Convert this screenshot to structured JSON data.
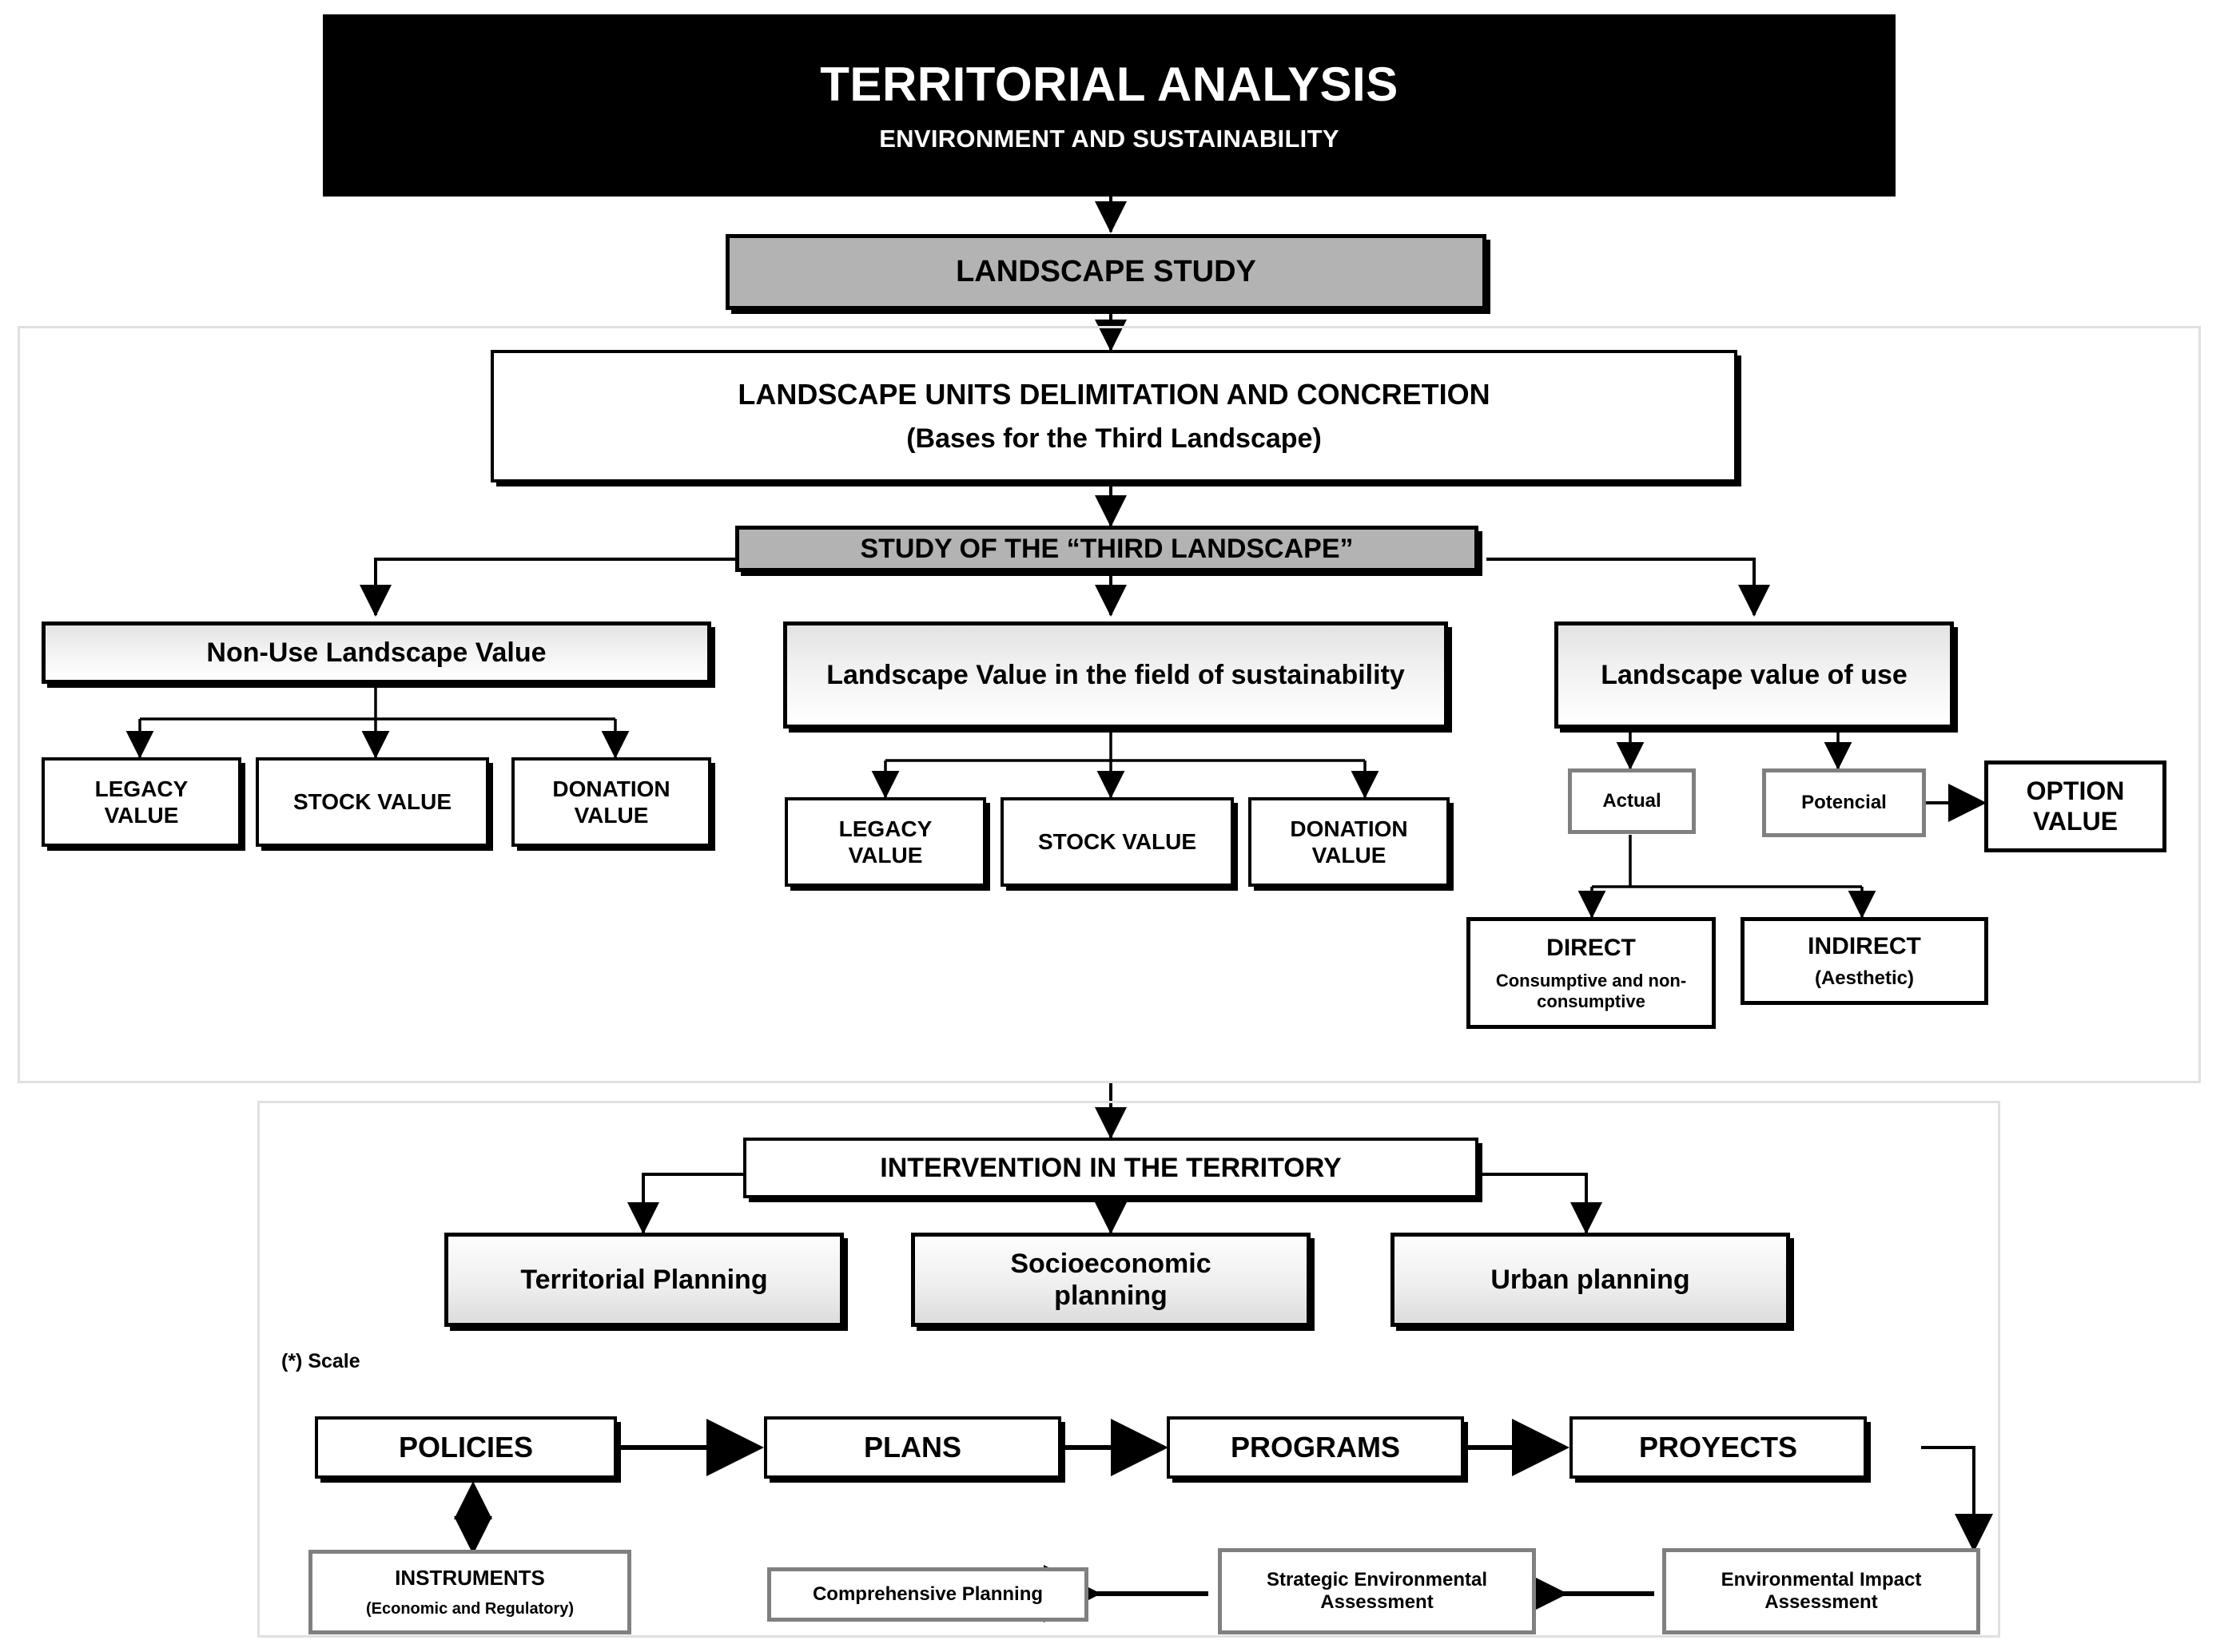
{
  "header": {
    "title": "TERRITORIAL ANALYSIS",
    "subtitle": "ENVIRONMENT AND SUSTAINABILITY"
  },
  "landscape_study": {
    "label": "LANDSCAPE STUDY"
  },
  "section_landscape": {
    "units_box": {
      "line1": "LANDSCAPE UNITS DELIMITATION AND CONCRETION",
      "line2": "(Bases for the Third Landscape)"
    },
    "third_landscape": {
      "label": "STUDY OF THE “THIRD LANDSCAPE”"
    },
    "columns": [
      {
        "title": "Non-Use Landscape Value",
        "children": [
          {
            "line1": "LEGACY",
            "line2": "VALUE"
          },
          {
            "line1": "STOCK VALUE",
            "line2": ""
          },
          {
            "line1": "DONATION",
            "line2": "VALUE"
          }
        ]
      },
      {
        "title": "Landscape Value in the field of sustainability",
        "children": [
          {
            "line1": "LEGACY",
            "line2": "VALUE"
          },
          {
            "line1": "STOCK VALUE",
            "line2": ""
          },
          {
            "line1": "DONATION",
            "line2": "VALUE"
          }
        ]
      },
      {
        "title": "Landscape value of use",
        "actual": "Actual",
        "potential": "Potencial",
        "option_value": {
          "line1": "OPTION",
          "line2": "VALUE"
        },
        "direct": {
          "line1": "DIRECT",
          "line2": "Consumptive and non-consumptive"
        },
        "indirect": {
          "line1": "INDIRECT",
          "line2": "(Aesthetic)"
        }
      }
    ]
  },
  "section_intervention": {
    "title": "INTERVENTION IN THE TERRITORY",
    "planning": [
      {
        "label": "Territorial Planning"
      },
      {
        "label": "Socioeconomic planning"
      },
      {
        "label": "Urban planning"
      }
    ],
    "scale_note": "(*) Scale",
    "chain": [
      {
        "label": "POLICIES"
      },
      {
        "label": "PLANS"
      },
      {
        "label": "PROGRAMS"
      },
      {
        "label": "PROYECTS"
      }
    ],
    "instruments": {
      "line1": "INSTRUMENTS",
      "line2": "(Economic and Regulatory)"
    },
    "comprehensive_planning": {
      "label": "Comprehensive Planning"
    },
    "strategic_assessment": {
      "line1": "Strategic Environmental",
      "line2": "Assessment"
    },
    "impact_assessment": {
      "line1": "Environmental Impact",
      "line2": "Assessment"
    }
  },
  "colors": {
    "header_bg": "#000000",
    "header_fg": "#ffffff",
    "accent_gray": "#b3b3b3",
    "panel_border": "#e0e0e0",
    "soft_border": "#808080"
  }
}
